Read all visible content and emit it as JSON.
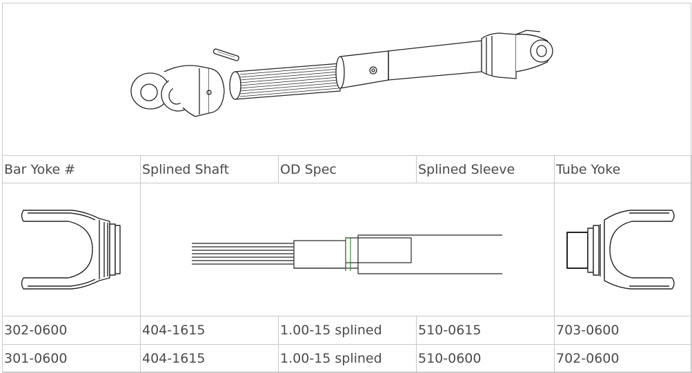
{
  "table": {
    "headers": [
      "Bar Yoke #",
      "Splined Shaft",
      "OD Spec",
      "Splined Sleeve",
      "Tube Yoke"
    ],
    "rows": [
      [
        "302-0600",
        "404-1615",
        "1.00-15 splined",
        "510-0615",
        "703-0600"
      ],
      [
        "301-0600",
        "404-1615",
        "1.00-15 splined",
        "510-0600",
        "702-0600"
      ]
    ]
  },
  "colors": {
    "border": "#c8c8c8",
    "text": "#4a4a4a",
    "line": "#222222",
    "spline_mark": "#3a8a3a"
  },
  "images": {
    "hero": "driveshaft-assembly-diagram",
    "bar_yoke": "bar-yoke-drawing",
    "shaft": "splined-shaft-sleeve-drawing",
    "tube_yoke": "tube-yoke-drawing"
  }
}
